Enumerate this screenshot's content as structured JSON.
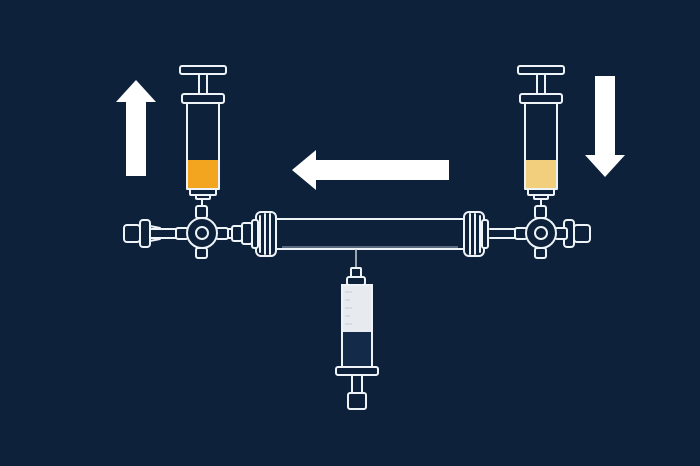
{
  "colors": {
    "background": "#0d213a",
    "outline": "#eef3f7",
    "arrow": "#ffffff",
    "fluid_left": "#f3a51f",
    "fluid_right": "#f2cf7d",
    "barrel_fill": "#e7eaee",
    "dark_fluid": "#132b49"
  },
  "fills": {
    "left_syringe_fill_fraction": 0.33,
    "right_syringe_fill_fraction": 0.33,
    "bottom_syringe_dark_fraction": 0.42
  },
  "icons": {
    "up_arrow": "arrow-up-icon",
    "down_arrow": "arrow-down-icon",
    "left_arrow": "arrow-left-icon"
  }
}
